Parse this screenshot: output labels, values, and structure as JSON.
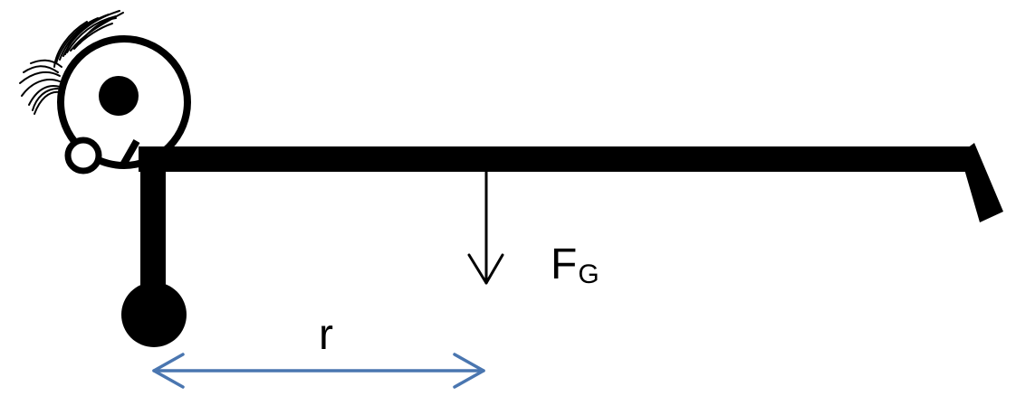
{
  "labels": {
    "force": "F",
    "force_subscript": "G",
    "distance": "r"
  },
  "colors": {
    "ink": "#000000",
    "distance_arrow": "#4a76b0",
    "background": "#ffffff"
  }
}
